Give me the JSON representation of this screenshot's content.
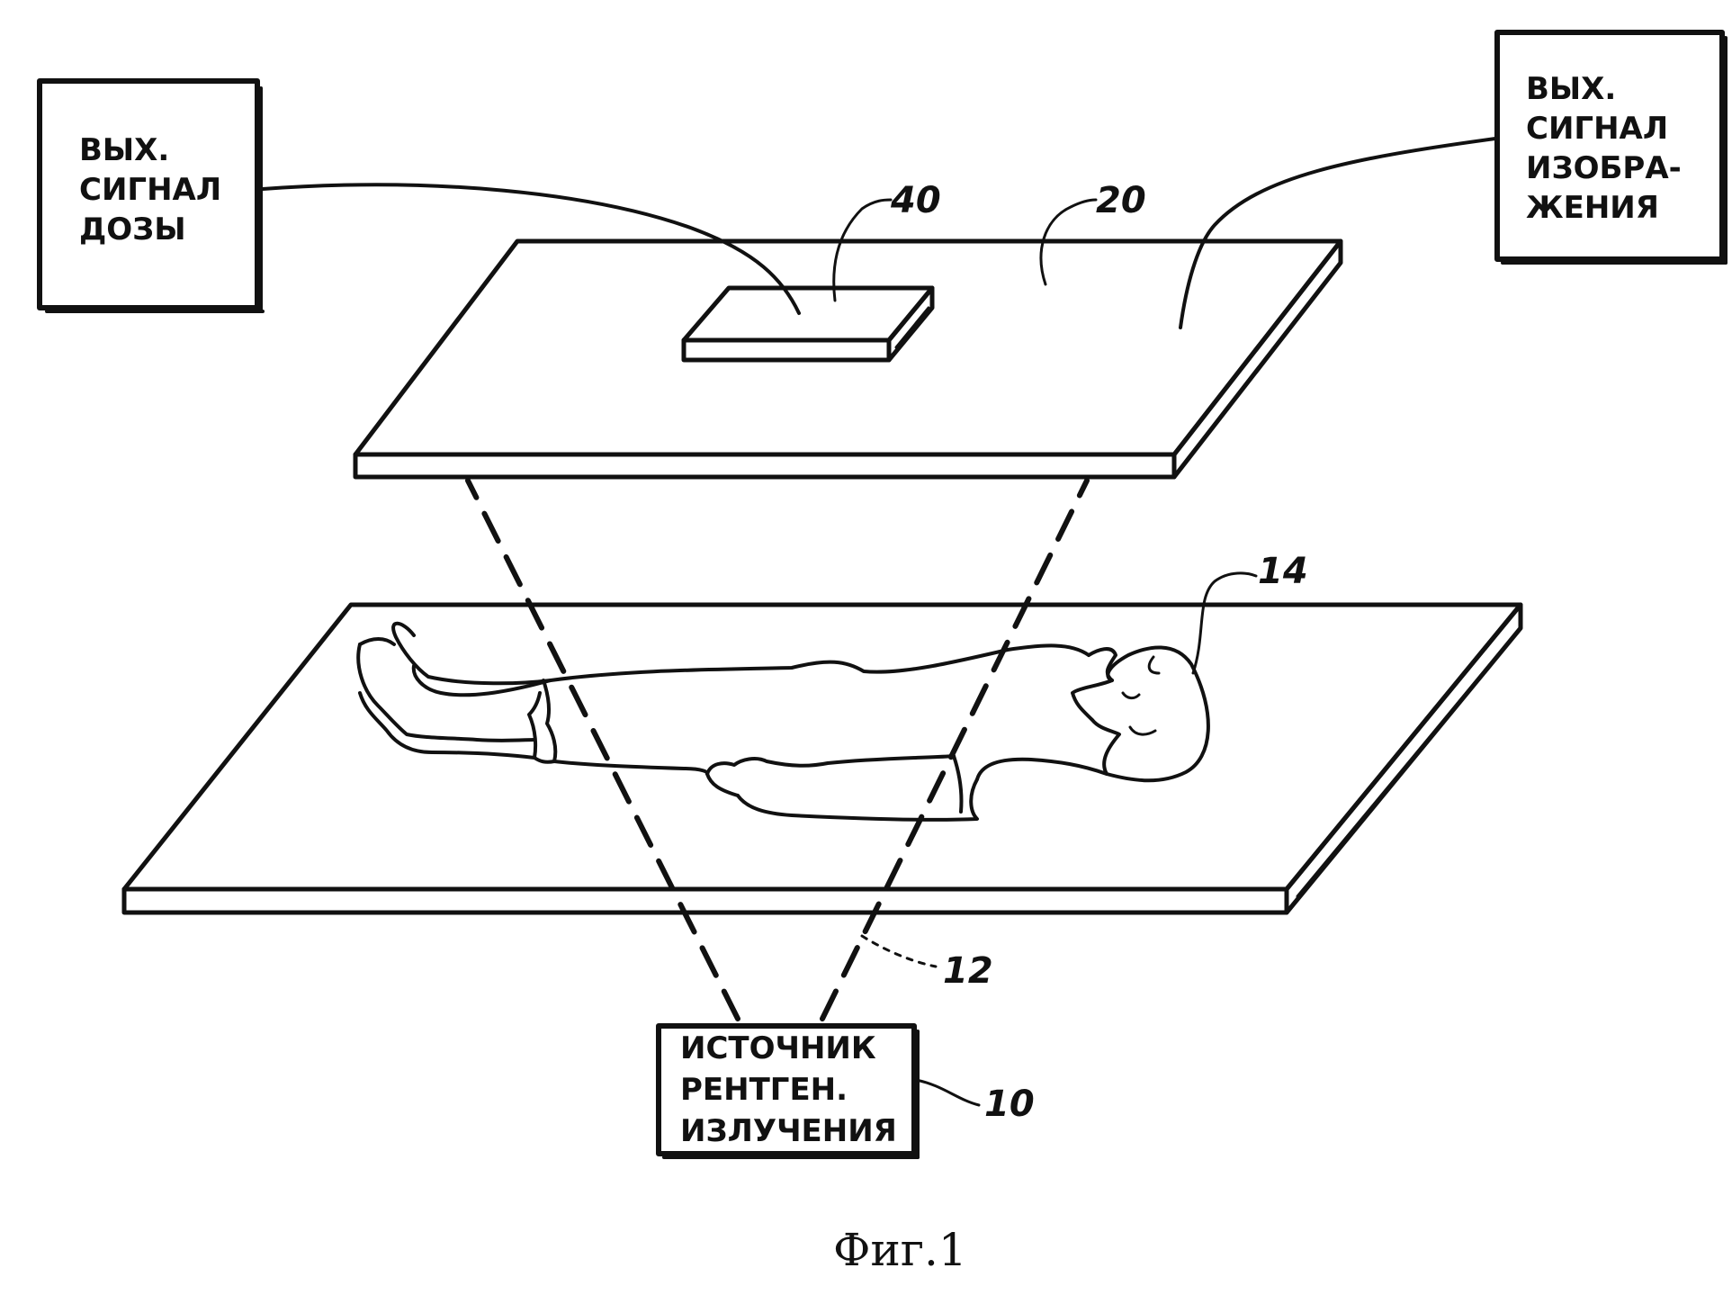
{
  "boxes": {
    "dose_output": [
      "ВЫХ.",
      "СИГНАЛ",
      "ДОЗЫ"
    ],
    "image_output": [
      "ВЫХ.",
      "СИГНАЛ",
      "ИЗОБРА-",
      "ЖЕНИЯ"
    ],
    "xray_source": [
      "ИСТОЧНИК",
      "РЕНТГЕН.",
      "ИЗЛУЧЕНИЯ"
    ]
  },
  "labels": {
    "dose_sensor": "40",
    "detector_plate": "20",
    "patient": "14",
    "beam": "12",
    "source": "10"
  },
  "caption": "Фиг.1"
}
